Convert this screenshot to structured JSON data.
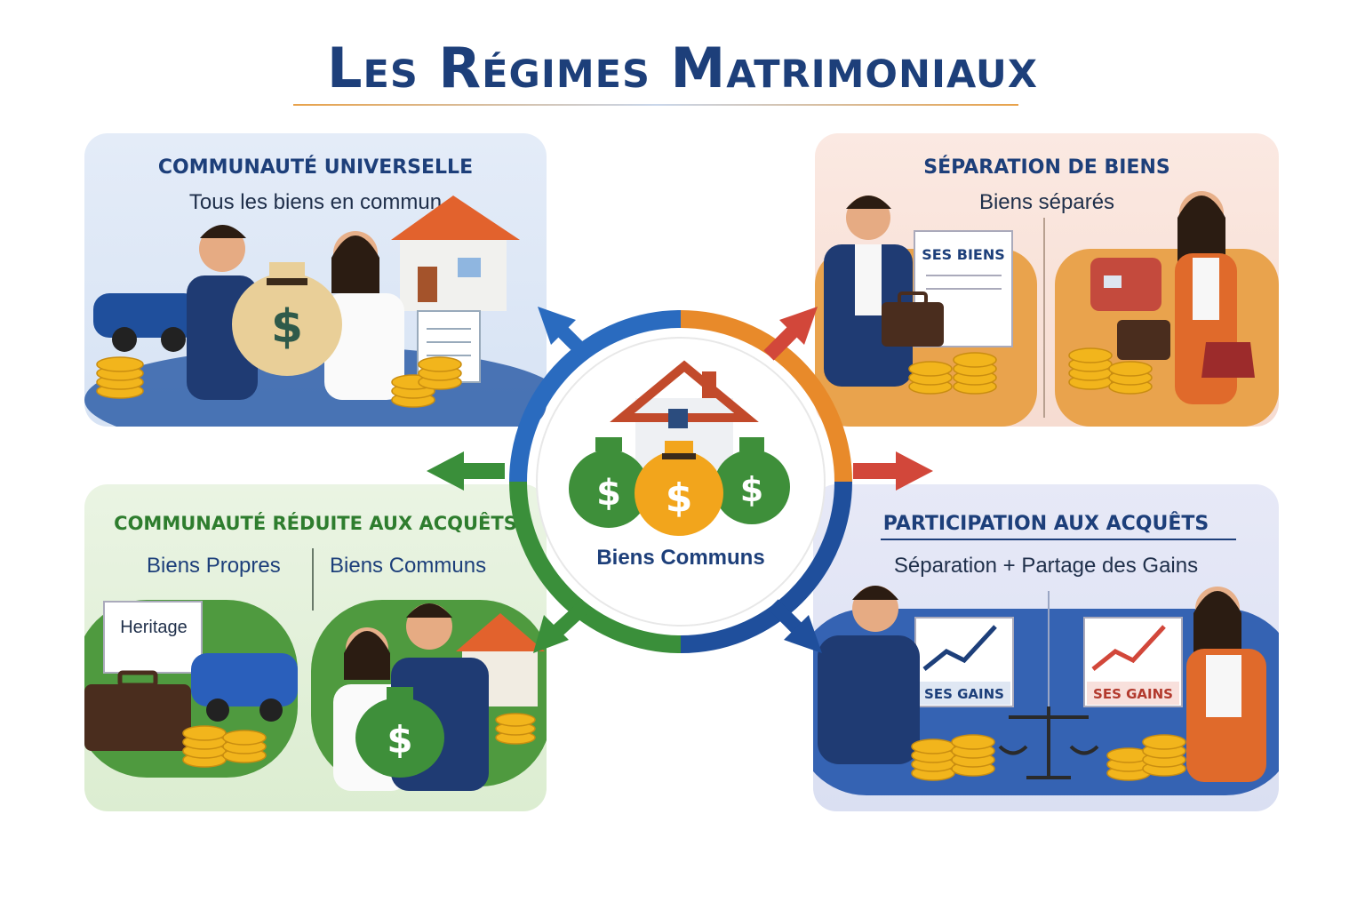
{
  "title": "Les Régimes Matrimoniaux",
  "center": {
    "label": "Biens Communs"
  },
  "panels": {
    "top_left": {
      "title": "COMMUNAUTÉ UNIVERSELLE",
      "subtitle": "Tous les biens en commun"
    },
    "top_right": {
      "title": "SÉPARATION DE BIENS",
      "subtitle": "Biens séparés",
      "doc_label": "SES BIENS"
    },
    "bottom_left": {
      "title": "COMMUNAUTÉ RÉDUITE AUX ACQUÊTS",
      "left_label": "Biens Propres",
      "right_label": "Biens Communs",
      "doc_label": "Heritage"
    },
    "bottom_right": {
      "title": "PARTICIPATION AUX ACQUÊTS",
      "subtitle": "Séparation + Partage des Gains",
      "left_chart_label": "SES GAINS",
      "right_chart_label": "SES GAINS"
    }
  },
  "icons": [
    "house-icon",
    "money-bag-icon",
    "coin-stack-icon",
    "car-icon",
    "briefcase-icon",
    "document-icon",
    "scale-icon",
    "chart-up-icon",
    "arrow-icon"
  ],
  "colors": {
    "title": "#1d3f7a",
    "blue": "#2a6bbf",
    "orange": "#e88a2a",
    "green": "#3a8f3a",
    "red": "#d2473a",
    "gold": "#f2b51c"
  }
}
